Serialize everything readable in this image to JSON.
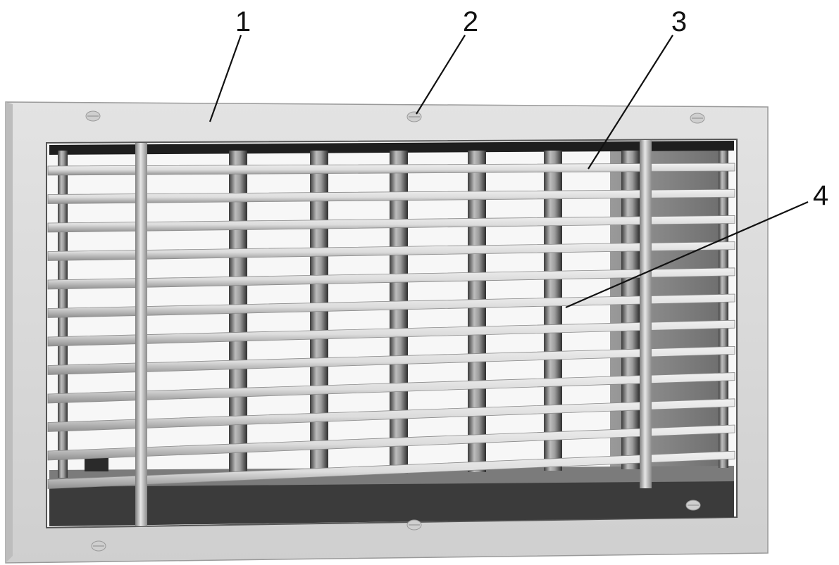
{
  "callouts": [
    {
      "number": "1",
      "target": "frame"
    },
    {
      "number": "2",
      "target": "mounting-screw-hole"
    },
    {
      "number": "3",
      "target": "horizontal-front-blade"
    },
    {
      "number": "4",
      "target": "vertical-rear-blade"
    }
  ],
  "colors": {
    "line": "#111111",
    "frame_face": "#dcdcdc",
    "frame_side": "#c4c4c4",
    "blade_light": "#e0e0e0",
    "blade_shadow": "#777777",
    "inner_dark": "#2a2a2a",
    "duct_wall": "#8a8a8a"
  }
}
